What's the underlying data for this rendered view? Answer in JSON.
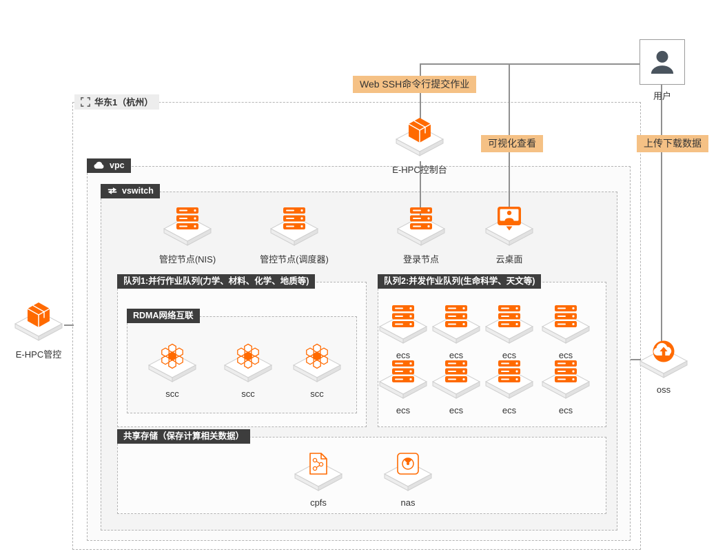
{
  "colors": {
    "accent_orange": "#ff6a00",
    "annotation_bg": "#f5c185",
    "tag_bg": "#3d3d3d",
    "line": "#8f8f8f"
  },
  "user": {
    "label": "用户"
  },
  "annotations": {
    "web_ssh": "Web SSH命令行提交作业",
    "visualization": "可视化查看",
    "upload_download": "上传下载数据"
  },
  "region": {
    "label": "华东1（杭州）"
  },
  "network": {
    "vpc_label": "vpc",
    "vswitch_label": "vswitch"
  },
  "nodes": {
    "ehpc_console": "E-HPC控制台",
    "ehpc_mgmt": "E-HPC管控",
    "oss": "oss",
    "nis": "管控节点(NIS)",
    "scheduler": "管控节点(调度器)",
    "login": "登录节点",
    "cloud_desktop": "云桌面",
    "cpfs": "cpfs",
    "nas": "nas"
  },
  "queue1": {
    "label": "队列1:并行作业队列(力学、材料、化学、地质等)",
    "rdma_label": "RDMA网络互联",
    "nodes": [
      "scc",
      "scc",
      "scc"
    ]
  },
  "queue2": {
    "label": "队列2:并发作业队列(生命科学、天文等)",
    "nodes": [
      "ecs",
      "ecs",
      "ecs",
      "ecs",
      "ecs",
      "ecs",
      "ecs",
      "ecs"
    ]
  },
  "storage": {
    "label": "共享存储（保存计算相关数据）"
  }
}
